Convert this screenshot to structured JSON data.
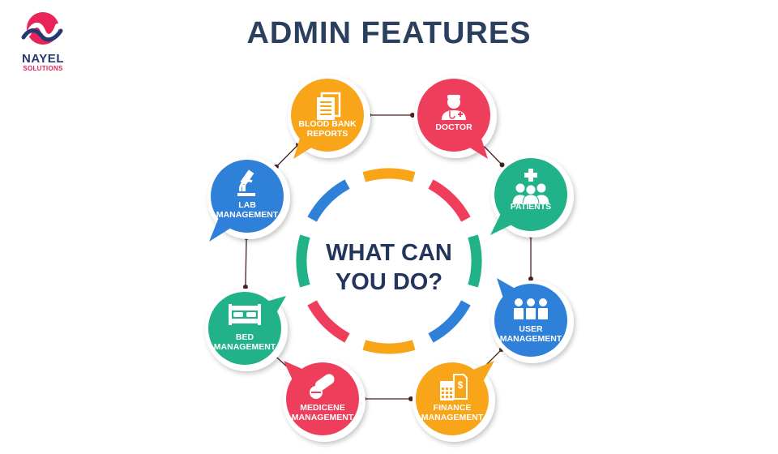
{
  "brand": {
    "name": "NAYEL",
    "tagline": "SOLUTIONS",
    "colors": {
      "navy": "#233a6e",
      "pink": "#e8245a"
    }
  },
  "title": "ADMIN FEATURES",
  "center": {
    "line1": "WHAT CAN",
    "line2": "YOU DO?"
  },
  "colors": {
    "orange": "#f8a51a",
    "red": "#ef3e5c",
    "blue": "#2f80d9",
    "green": "#22b28a",
    "connector": "#4a1f1f"
  },
  "features": [
    {
      "id": "blood-bank",
      "lines": [
        "BLOOD BANK",
        "REPORTS"
      ],
      "color": "orange",
      "icon": "document-icon"
    },
    {
      "id": "doctor",
      "lines": [
        "DOCTOR"
      ],
      "color": "red",
      "icon": "doctor-icon"
    },
    {
      "id": "patients",
      "lines": [
        "PATIENTS"
      ],
      "color": "green",
      "icon": "patients-icon"
    },
    {
      "id": "user-management",
      "lines": [
        "USER",
        "MANAGEMENT"
      ],
      "color": "blue",
      "icon": "users-icon"
    },
    {
      "id": "finance-management",
      "lines": [
        "FINANCE",
        "MANAGEMENT"
      ],
      "color": "orange",
      "icon": "finance-icon"
    },
    {
      "id": "medicene-management",
      "lines": [
        "MEDICENE",
        "MANAGEMENT"
      ],
      "color": "red",
      "icon": "pills-icon"
    },
    {
      "id": "bed-management",
      "lines": [
        "BED",
        "MANAGEMENT"
      ],
      "color": "green",
      "icon": "bed-icon"
    },
    {
      "id": "lab-management",
      "lines": [
        "LAB",
        "MANAGEMENT"
      ],
      "color": "blue",
      "icon": "microscope-icon"
    }
  ],
  "ring_segments": [
    "orange",
    "red",
    "green",
    "blue",
    "orange",
    "red",
    "green",
    "blue"
  ]
}
